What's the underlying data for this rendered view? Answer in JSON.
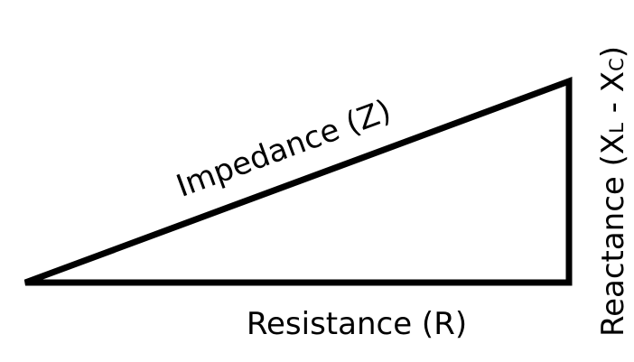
{
  "diagram": {
    "hypotenuse_label": "Impedance (Z)",
    "base_label": "Resistance (R)",
    "vertical_label": {
      "prefix": "Reactance (X",
      "sub_l": "L",
      "middle": " - X",
      "sub_c": "C",
      "suffix": ")"
    },
    "colors": {
      "stroke": "#000000",
      "text": "#000000",
      "background": "#ffffff"
    }
  }
}
